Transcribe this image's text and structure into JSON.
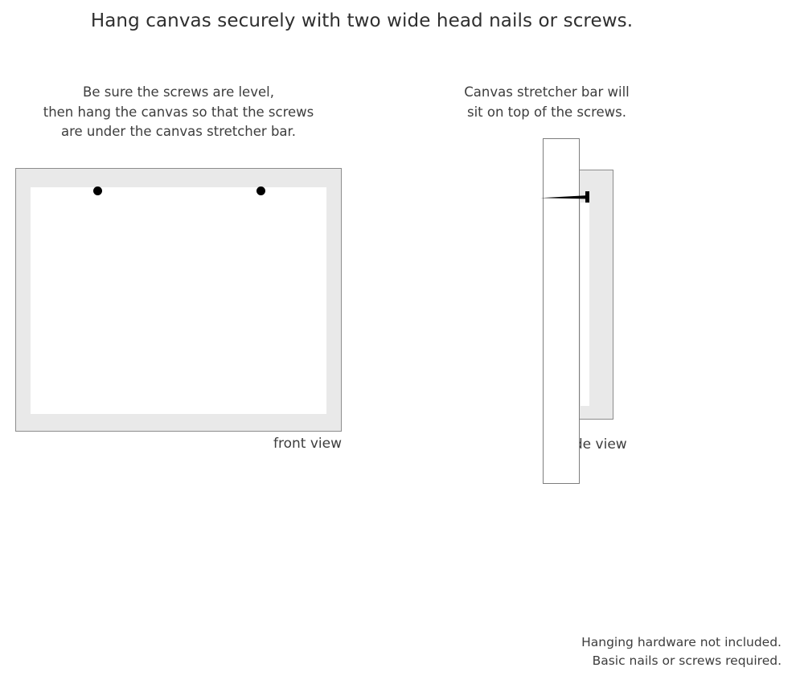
{
  "page": {
    "title": "Hang canvas securely with two wide head nails or screws."
  },
  "left_panel": {
    "caption": {
      "line1": "Be sure the screws are level,",
      "line2": "then hang the canvas so that the screws",
      "line3": "are under the canvas stretcher bar."
    },
    "view_label": "front view",
    "diagram": {
      "frame_color": "#e9e9e9",
      "frame_border_color": "#8c8c8c",
      "canvas_color": "#ffffff",
      "screw_color": "#000000",
      "screw_count": 2
    }
  },
  "right_panel": {
    "caption": {
      "line1": "Canvas stretcher bar will",
      "line2": "sit on top of the screws."
    },
    "view_label": "side view",
    "diagram": {
      "wall_color": "#ffffff",
      "wall_border_color": "#7d7d7d",
      "stretcher_bar_color": "#e9e9e9",
      "stretcher_bar_border_color": "#8c8c8c",
      "canvas_face_color": "#ffffff",
      "nail_color": "#000000"
    }
  },
  "footer": {
    "line1": "Hanging hardware not included.",
    "line2": "Basic nails or screws required."
  }
}
